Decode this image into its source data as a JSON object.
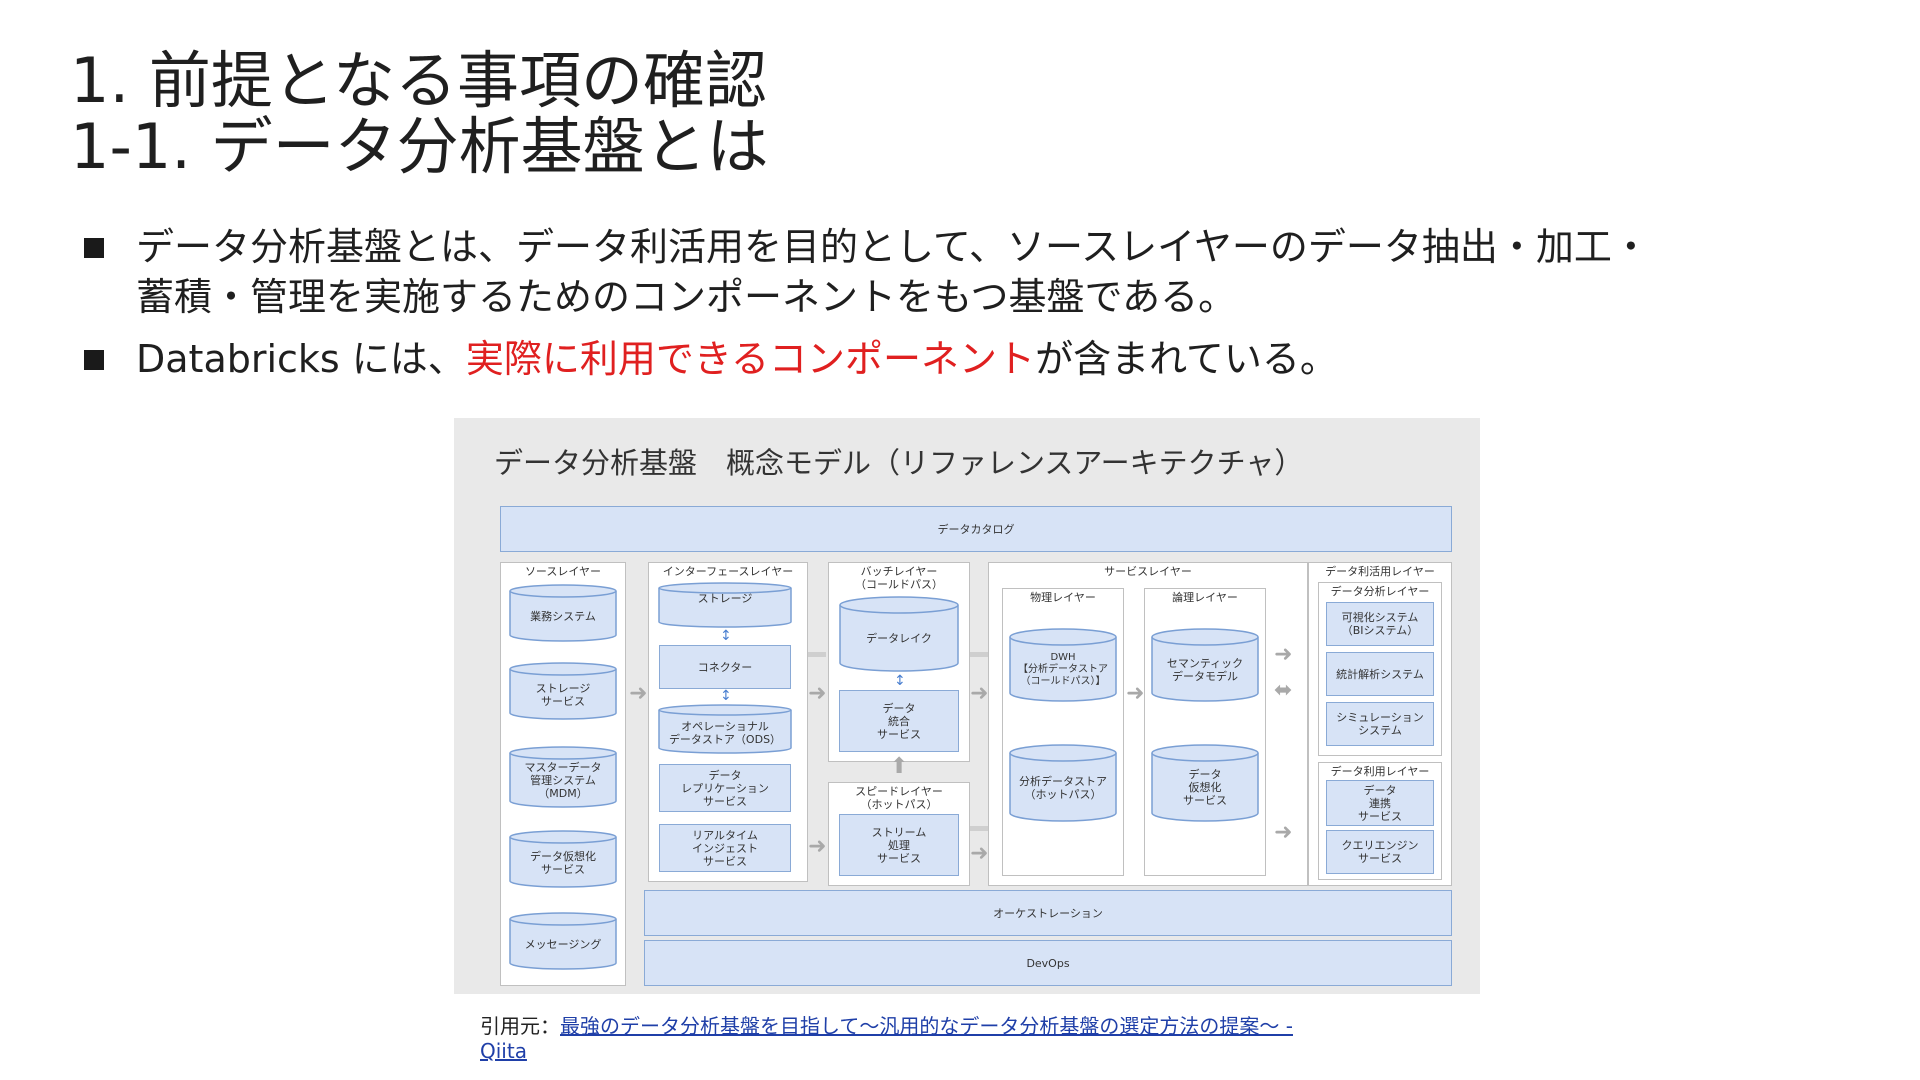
{
  "title": {
    "line1": "1. 前提となる事項の確認",
    "line2": "1-1. データ分析基盤とは"
  },
  "bullets": [
    {
      "line1": "データ分析基盤とは、データ利活用を目的として、ソースレイヤーのデータ抽出・加工・",
      "line2": "蓄積・管理を実施するためのコンポーネントをもつ基盤である。"
    },
    {
      "pre": "Databricks には、",
      "highlight": "実際に利用できるコンポーネント",
      "post": "が含まれている。"
    }
  ],
  "colors": {
    "highlight": "#e02020",
    "box_fill": "#d7e3f6",
    "box_border": "#8aaad6",
    "diagram_bg": "#e9e9e9"
  },
  "diagram": {
    "title": "データ分析基盤　概念モデル（リファレンスアーキテクチャ）",
    "catalog": "データカタログ",
    "source_layer": {
      "label": "ソースレイヤー",
      "items": [
        "業務システム",
        "ストレージ\nサービス",
        "マスターデータ\n管理システム\n（MDM）",
        "データ仮想化\nサービス",
        "メッセージング"
      ]
    },
    "interface_layer": {
      "label": "インターフェースレイヤー",
      "storage": "ストレージ",
      "connector": "コネクター",
      "ods": "オペレーショナル\nデータストア（ODS）",
      "replication": "データ\nレプリケーション\nサービス",
      "ingest": "リアルタイム\nインジェスト\nサービス"
    },
    "batch_layer": {
      "label": "バッチレイヤー\n（コールドパス）",
      "lake": "データレイク",
      "integration": "データ\n統合\nサービス"
    },
    "speed_layer": {
      "label": "スピードレイヤー\n（ホットパス）",
      "stream": "ストリーム\n処理\nサービス"
    },
    "service_layer": {
      "label": "サービスレイヤー",
      "physical": {
        "label": "物理レイヤー",
        "dwh": "DWH\n【分析データストア\n（コールドパス）】",
        "hot_store": "分析データストア\n（ホットパス）"
      },
      "logical": {
        "label": "論理レイヤー",
        "semantic": "セマンティック\nデータモデル",
        "virtual": "データ\n仮想化\nサービス"
      }
    },
    "usage_layer": {
      "label": "データ利活用レイヤー",
      "analysis": {
        "label": "データ分析レイヤー",
        "items": [
          "可視化システム\n（BIシステム）",
          "統計解析システム",
          "シミュレーション\nシステム"
        ]
      },
      "utilization": {
        "label": "データ利用レイヤー",
        "items": [
          "データ\n連携\nサービス",
          "クエリエンジン\nサービス"
        ]
      }
    },
    "orchestration": "オーケストレーション",
    "devops": "DevOps"
  },
  "citation": {
    "prefix": "引用元：",
    "link_line1": "最強のデータ分析基盤を目指して～汎用的なデータ分析基盤の選定方法の提案～ -",
    "link_line2": "Qiita"
  }
}
